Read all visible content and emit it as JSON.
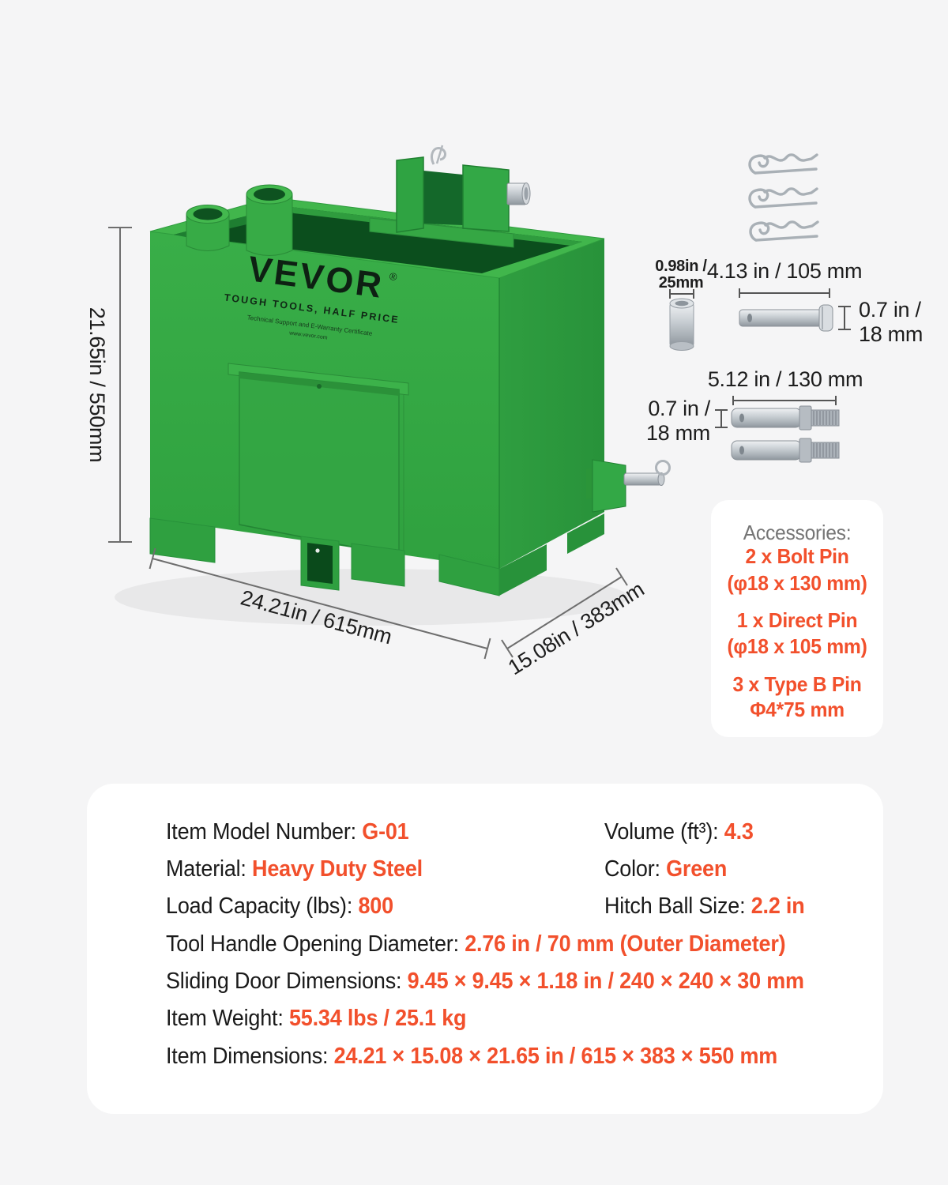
{
  "colors": {
    "accent": "#F2502C",
    "product_green": "#36A945",
    "accessories_title_gray": "#757575",
    "page_background": "#F5F5F6"
  },
  "product": {
    "brand_logo": "VEVOR",
    "brand_reg": "®",
    "brand_tagline": "TOUGH TOOLS, HALF PRICE",
    "brand_sub1": "Technical Support and E-Warranty Certificate",
    "brand_sub2": "www.vevor.com",
    "dims": {
      "height": "21.65in / 550mm",
      "width": "24.21in / 615mm",
      "depth": "15.08in / 383mm"
    }
  },
  "hardware": {
    "bushing": {
      "line1": "0.98in /",
      "line2": "25mm"
    },
    "direct_pin": {
      "length": "4.13 in / 105 mm",
      "dia_line1": "0.7 in /",
      "dia_line2": "18 mm"
    },
    "bolt_pin": {
      "length": "5.12 in / 130 mm",
      "dia_line1": "0.7 in /",
      "dia_line2": "18 mm"
    }
  },
  "accessories_card": {
    "title": "Accessories:",
    "items": [
      {
        "line1": "2 x Bolt Pin",
        "line2": "(φ18 x 130 mm)"
      },
      {
        "line1": "1 x Direct Pin",
        "line2": "(φ18 x 105 mm)"
      },
      {
        "line1": "3 x Type B Pin",
        "line2": "Φ4*75 mm"
      }
    ]
  },
  "specs_card": {
    "grid": [
      {
        "label": "Item Model Number: ",
        "value": "G-01"
      },
      {
        "label": "Volume (ft³): ",
        "value": "4.3"
      },
      {
        "label": "Material: ",
        "value": "Heavy Duty Steel"
      },
      {
        "label": "Color: ",
        "value": "Green"
      },
      {
        "label": "Load Capacity (lbs): ",
        "value": "800"
      },
      {
        "label": "Hitch Ball Size: ",
        "value": "2.2 in"
      }
    ],
    "rows": [
      {
        "label": "Tool Handle Opening Diameter: ",
        "value": "2.76 in / 70 mm (Outer Diameter)"
      },
      {
        "label": "Sliding Door Dimensions: ",
        "value": "9.45 × 9.45 × 1.18 in / 240 × 240 × 30 mm"
      },
      {
        "label": "Item Weight: ",
        "value": "55.34 lbs / 25.1 kg"
      },
      {
        "label": "Item Dimensions: ",
        "value": "24.21 × 15.08 × 21.65 in / 615 × 383 × 550 mm"
      }
    ]
  }
}
